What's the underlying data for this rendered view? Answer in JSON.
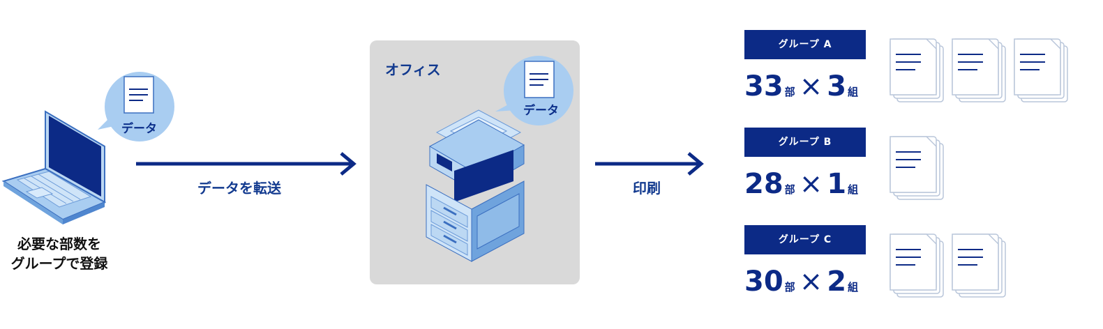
{
  "left": {
    "bubble_label": "データ",
    "caption_line1": "必要な部数を",
    "caption_line2": "グループで登録"
  },
  "arrow1": {
    "label": "データを転送"
  },
  "office": {
    "title": "オフィス",
    "bubble_label": "データ"
  },
  "arrow2": {
    "label": "印刷"
  },
  "groups": [
    {
      "name": "グループ A",
      "copies": "33",
      "copies_unit": "部",
      "times": "×",
      "sets": "3",
      "sets_unit": "組",
      "stacks": 3
    },
    {
      "name": "グループ B",
      "copies": "28",
      "copies_unit": "部",
      "times": "×",
      "sets": "1",
      "sets_unit": "組",
      "stacks": 1
    },
    {
      "name": "グループ C",
      "copies": "30",
      "copies_unit": "部",
      "times": "×",
      "sets": "2",
      "sets_unit": "組",
      "stacks": 2
    }
  ],
  "colors": {
    "navy": "#0c2a86",
    "accent_blue": "#1f4ea8",
    "bubble": "#a9cdf1",
    "panel": "#d9d9d9"
  }
}
